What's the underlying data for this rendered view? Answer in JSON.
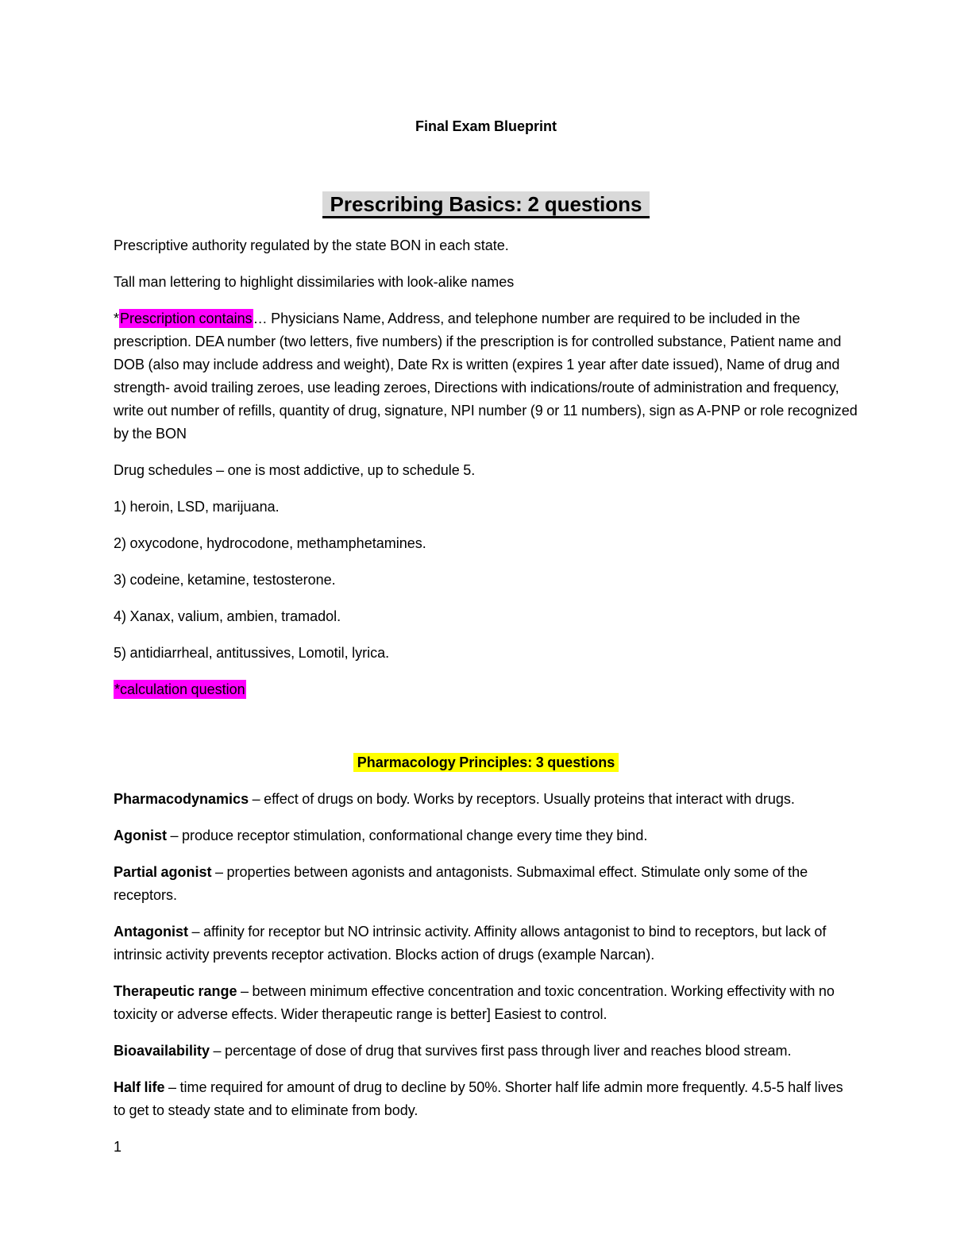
{
  "colors": {
    "page_background": "#ffffff",
    "text": "#000000",
    "highlight_magenta": "#ff00ff",
    "highlight_yellow": "#ffff00",
    "highlight_gray": "#d9d9d9"
  },
  "page": {
    "number": "1"
  },
  "document": {
    "paragraphs": [
      {
        "type": "title",
        "runs": [
          {
            "text": "Final Exam Blueprint",
            "bold": true
          }
        ]
      },
      {
        "type": "spacer",
        "runs": []
      },
      {
        "type": "heading-gray",
        "runs": [
          {
            "text": "Prescribing Basics: 2 questions",
            "bold": true,
            "underline": false,
            "highlight": "gray"
          }
        ]
      },
      {
        "type": "body",
        "runs": [
          {
            "text": "Prescriptive authority regulated by the state BON in each state."
          }
        ]
      },
      {
        "type": "body",
        "runs": [
          {
            "text": "Tall man lettering to highlight dissimilaries with look-alike names"
          }
        ]
      },
      {
        "type": "body",
        "runs": [
          {
            "text": "*"
          },
          {
            "text": "Prescription contains",
            "highlight": "magenta"
          },
          {
            "text": "… Physicians Name, Address, and telephone number are required to be included in the prescription. DEA number (two letters, five numbers) if the prescription is for controlled substance, Patient name and DOB (also may include address and weight), Date Rx is written (expires 1 year after date issued), Name of drug and strength- avoid trailing zeroes, use leading zeroes, Directions with indications/route of administration and frequency, write out number of refills, quantity of drug, signature, NPI number (9 or 11 numbers), sign as A-PNP or role recognized by the BON"
          }
        ]
      },
      {
        "type": "body",
        "runs": [
          {
            "text": "Drug schedules – one is most addictive, up to schedule 5."
          }
        ]
      },
      {
        "type": "body",
        "runs": [
          {
            "text": "1) heroin, LSD, marijuana."
          }
        ]
      },
      {
        "type": "body",
        "runs": [
          {
            "text": "2) oxycodone, hydrocodone, methamphetamines."
          }
        ]
      },
      {
        "type": "body",
        "runs": [
          {
            "text": "3) codeine, ketamine, testosterone."
          }
        ]
      },
      {
        "type": "body",
        "runs": [
          {
            "text": "4) Xanax, valium, ambien, tramadol."
          }
        ]
      },
      {
        "type": "body",
        "runs": [
          {
            "text": "5) antidiarrheal, antitussives, Lomotil, lyrica."
          }
        ]
      },
      {
        "type": "body",
        "runs": [
          {
            "text": "*calculation question",
            "highlight": "magenta"
          }
        ]
      },
      {
        "type": "spacer",
        "runs": []
      },
      {
        "type": "heading-yellow",
        "runs": [
          {
            "text": "Pharmacology Principles: 3 questions",
            "bold": true,
            "highlight": "yellow"
          }
        ]
      },
      {
        "type": "body",
        "runs": [
          {
            "text": "Pharmacodynamics",
            "bold": true
          },
          {
            "text": " – effect of drugs on body. Works by receptors. Usually proteins that interact with drugs."
          }
        ]
      },
      {
        "type": "body",
        "runs": [
          {
            "text": "Agonist",
            "bold": true
          },
          {
            "text": " – produce receptor stimulation, conformational change every time they bind."
          }
        ]
      },
      {
        "type": "body",
        "runs": [
          {
            "text": "Partial agonist",
            "bold": true
          },
          {
            "text": " – properties between agonists and antagonists. Submaximal effect. Stimulate only some of the receptors."
          }
        ]
      },
      {
        "type": "body",
        "runs": [
          {
            "text": "Antagonist",
            "bold": true
          },
          {
            "text": " – affinity for receptor but NO intrinsic activity. Affinity allows antagonist to bind to receptors, but lack of intrinsic activity prevents receptor activation. Blocks action of drugs (example Narcan)."
          }
        ]
      },
      {
        "type": "body",
        "runs": [
          {
            "text": "Therapeutic range",
            "bold": true
          },
          {
            "text": " – between minimum effective concentration and toxic concentration. Working effectivity with no toxicity or adverse effects. Wider therapeutic range is better] Easiest to control."
          }
        ]
      },
      {
        "type": "body",
        "runs": [
          {
            "text": "Bioavailability",
            "bold": true
          },
          {
            "text": " – percentage of dose of drug that survives first pass through liver and reaches blood stream."
          }
        ]
      },
      {
        "type": "body",
        "runs": [
          {
            "text": "Half life",
            "bold": true
          },
          {
            "text": " – time required for amount of drug to decline by 50%. Shorter half life admin more frequently. 4.5-5 half lives to get to steady state and to eliminate from body."
          }
        ]
      }
    ]
  }
}
